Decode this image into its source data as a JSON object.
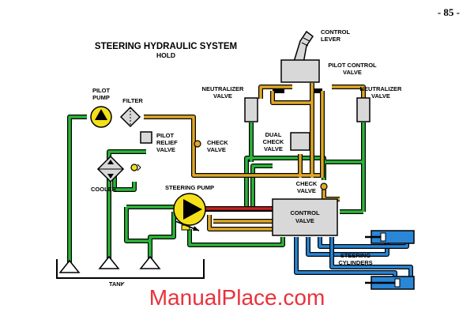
{
  "page_number": "- 85 -",
  "title": "STEERING HYDRAULIC SYSTEM",
  "subtitle": "HOLD",
  "labels": {
    "control_lever": [
      "CONTROL",
      "LEVER"
    ],
    "pilot_control_valve": [
      "PILOT CONTROL",
      "VALVE"
    ],
    "neutralizer_left": [
      "NEUTRALIZER",
      "VALVE"
    ],
    "neutralizer_right": [
      "NEUTRALIZER",
      "VALVE"
    ],
    "pilot_pump": [
      "PILOT",
      "PUMP"
    ],
    "filter": "FILTER",
    "pilot_relief": [
      "PILOT",
      "RELIEF",
      "VALVE"
    ],
    "check_valve_mid": [
      "CHECK",
      "VALVE"
    ],
    "dual_check": [
      "DUAL",
      "CHECK",
      "VALVE"
    ],
    "check_valve_right": [
      "CHECK",
      "VALVE"
    ],
    "cooler": "COOLER",
    "steering_pump": "STEERING PUMP",
    "control_valve": [
      "CONTROL",
      "VALVE"
    ],
    "steering_cylinders": [
      "STEERING",
      "CYLINDERS"
    ],
    "tank": "TANK"
  },
  "watermark": "ManualPlace.com",
  "colors": {
    "supply": "#2db53a",
    "pilot": "#e0a828",
    "pressure": "#c8201e",
    "cylinder": "#2a86d6",
    "pump_yellow": "#f3e01a",
    "component_gray": "#d8d8d8",
    "watermark": "#e8323c"
  }
}
